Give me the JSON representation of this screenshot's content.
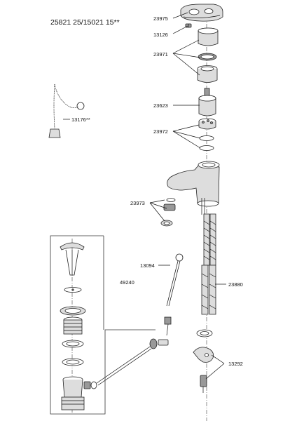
{
  "header": {
    "model_numbers": "25821 25/15021 15**"
  },
  "part_labels": {
    "p23975": "23975",
    "p13126": "13126",
    "p23971": "23971",
    "p23623": "23623",
    "p23972": "23972",
    "p13176": "13176**",
    "p23973": "23973",
    "p13094": "13094",
    "p49240": "49240",
    "p23880": "23880",
    "p13292": "13292"
  },
  "colors": {
    "line": "#111111",
    "shade": "#dddddd",
    "background": "#ffffff"
  }
}
